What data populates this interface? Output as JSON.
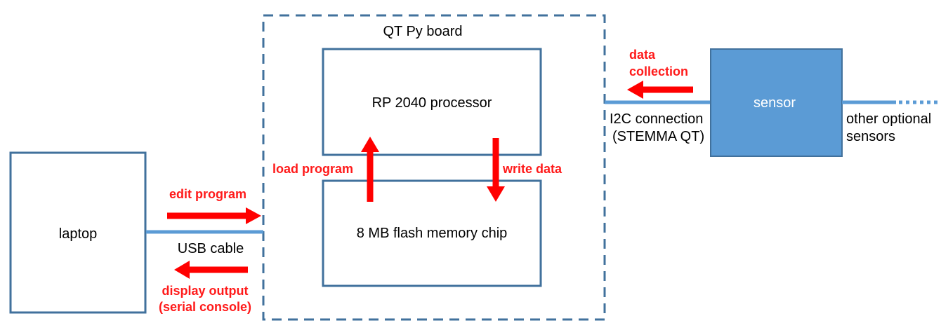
{
  "board": {
    "title": "QT Py board"
  },
  "processor": {
    "label": "RP 2040 processor"
  },
  "flash": {
    "label": "8 MB flash memory chip"
  },
  "laptop": {
    "label": "laptop"
  },
  "usb": {
    "label": "USB cable"
  },
  "sensor": {
    "label": "sensor"
  },
  "i2c": {
    "line1": "I2C connection",
    "line2": "(STEMMA QT)"
  },
  "other_sensors": {
    "line1": "other optional",
    "line2": "sensors"
  },
  "flows": {
    "edit_program": "edit program",
    "display_output_line1": "display output",
    "display_output_line2": "(serial console)",
    "load_program": "load program",
    "write_data": "write data",
    "data_collection_line1": "data",
    "data_collection_line2": "collection"
  },
  "colors": {
    "box_stroke": "#41719c",
    "cable": "#5b9bd5",
    "sensor_fill": "#5b9bd5",
    "arrow": "#ff0000"
  }
}
